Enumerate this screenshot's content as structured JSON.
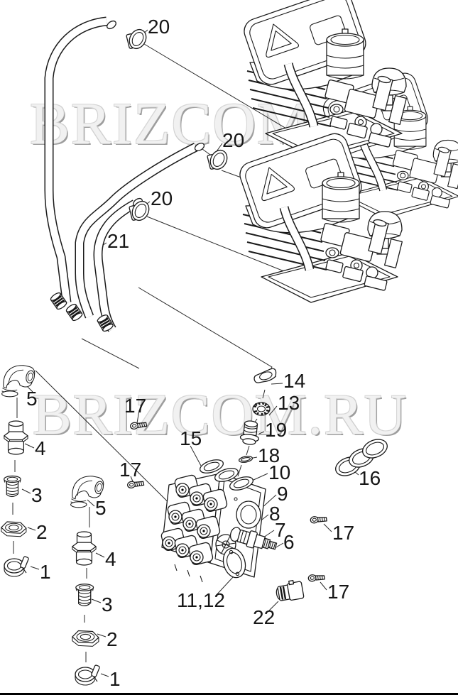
{
  "page": {
    "background": "#ffffff",
    "line_color": "#1a1a1a",
    "watermark_color": "#f1f1f1",
    "watermark_shadow_color": "#9d9d9d",
    "border_bottom_color": "#000000"
  },
  "watermarks": [
    {
      "id": "top",
      "text": "BRIZCOM.RU"
    },
    {
      "id": "middle",
      "text": "BRIZCOM.RU"
    }
  ],
  "diagram": {
    "type": "exploded-parts-diagram",
    "subject": "Compressor units with hoses, clamps, fittings and solenoid valve block",
    "callouts": [
      {
        "id": "20-a",
        "label": "20"
      },
      {
        "id": "20-b",
        "label": "20"
      },
      {
        "id": "20-c",
        "label": "20"
      },
      {
        "id": "21",
        "label": "21"
      },
      {
        "id": "14",
        "label": "14"
      },
      {
        "id": "13",
        "label": "13"
      },
      {
        "id": "19",
        "label": "19"
      },
      {
        "id": "5-a",
        "label": "5"
      },
      {
        "id": "17-a",
        "label": "17"
      },
      {
        "id": "4-a",
        "label": "4"
      },
      {
        "id": "15",
        "label": "15"
      },
      {
        "id": "18",
        "label": "18"
      },
      {
        "id": "10",
        "label": "10"
      },
      {
        "id": "17-b",
        "label": "17"
      },
      {
        "id": "9",
        "label": "9"
      },
      {
        "id": "3-a",
        "label": "3"
      },
      {
        "id": "5-b",
        "label": "5"
      },
      {
        "id": "8",
        "label": "8"
      },
      {
        "id": "7",
        "label": "7"
      },
      {
        "id": "2-a",
        "label": "2"
      },
      {
        "id": "6",
        "label": "6"
      },
      {
        "id": "16",
        "label": "16"
      },
      {
        "id": "4-b",
        "label": "4"
      },
      {
        "id": "17-c",
        "label": "17"
      },
      {
        "id": "1-a",
        "label": "1"
      },
      {
        "id": "11-12",
        "label": "11,12"
      },
      {
        "id": "3-b",
        "label": "3"
      },
      {
        "id": "22",
        "label": "22"
      },
      {
        "id": "17-d",
        "label": "17"
      },
      {
        "id": "2-b",
        "label": "2"
      },
      {
        "id": "1-b",
        "label": "1"
      }
    ]
  }
}
